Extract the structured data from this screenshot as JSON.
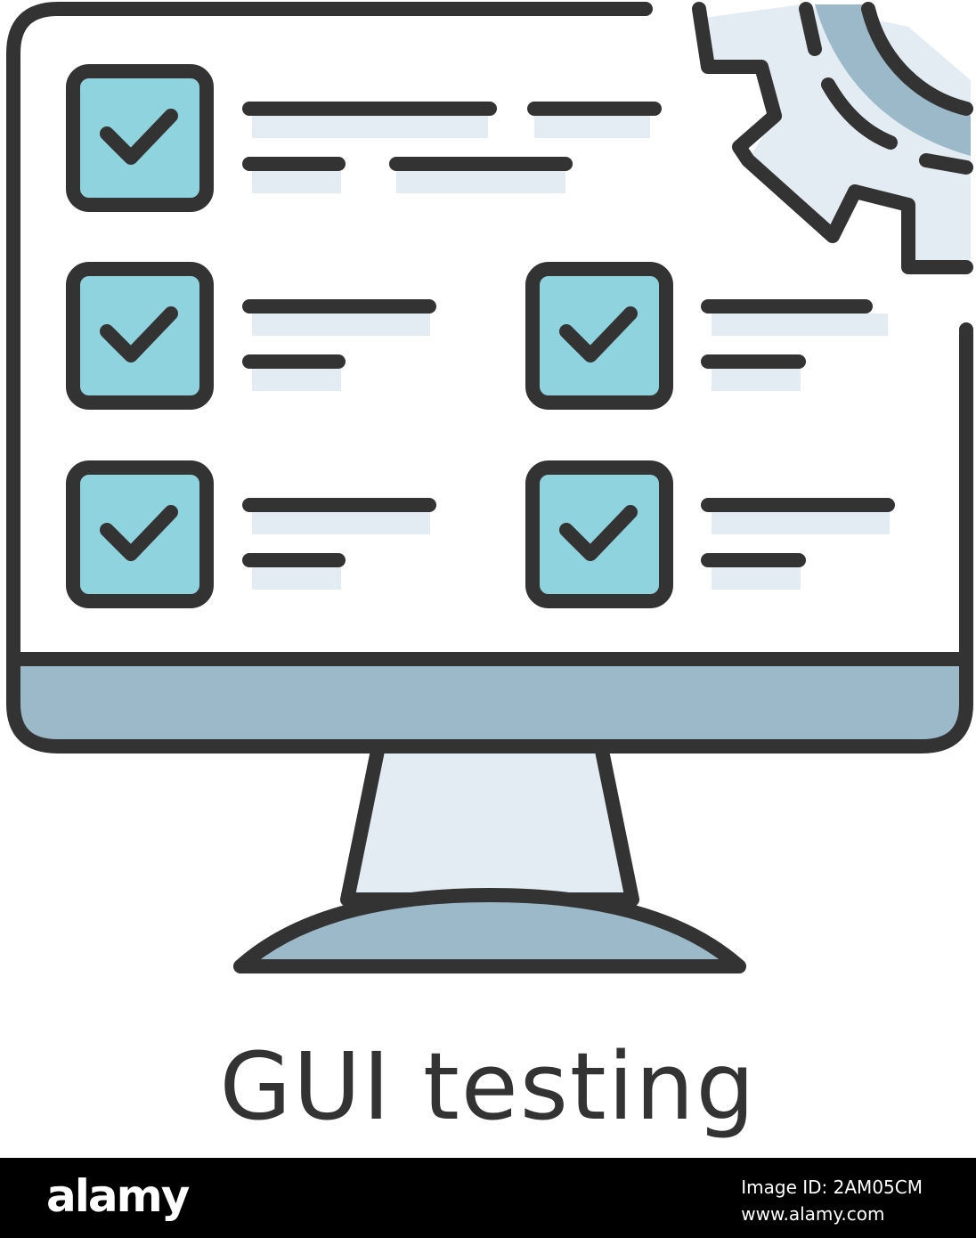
{
  "illustration": {
    "icon": "gui-testing-icon",
    "caption": "GUI testing",
    "colors": {
      "outline": "#333333",
      "checkbox_fill": "#8fd3df",
      "screen_bezel": "#9bb9c9",
      "stand_fill": "#e4ecf3",
      "shadow": "#e4ecf3",
      "gear_shade": "#9bb9c9"
    },
    "checklist_items": [
      {
        "checked": true
      },
      {
        "checked": true
      },
      {
        "checked": true
      },
      {
        "checked": true
      },
      {
        "checked": true
      }
    ]
  },
  "footer": {
    "brand": "alamy",
    "image_id": "Image ID: 2AM05CM",
    "site": "www.alamy.com"
  }
}
